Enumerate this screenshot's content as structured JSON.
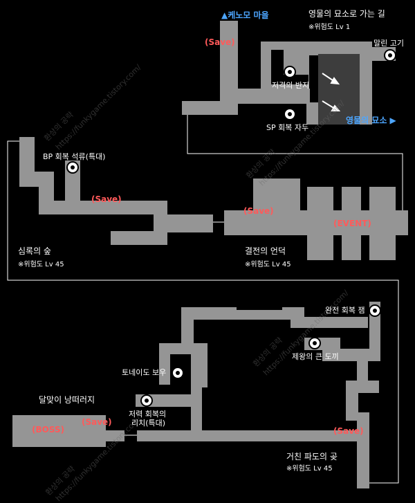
{
  "colors": {
    "path": "#959595",
    "dark_room": "#3d3d3d",
    "save": "#ff5a5a",
    "exit": "#4da6ff",
    "line": "#ffffff"
  },
  "top": {
    "exit_north": "▲케노모 마을",
    "area_title": "영물의 묘소로 가는 길",
    "area_danger": "※위험도 Lv 1",
    "save": "(Save)",
    "item_meat": "말린 고기",
    "item_ring": "저격의 반지",
    "item_sp": "SP 회복 자두",
    "exit_east": "영물의 묘소 ▶"
  },
  "middle": {
    "item_bp": "BP 회복 석류(특대)",
    "save_left": "(Save)",
    "save_right": "(Save)",
    "event": "(EVENT)",
    "area_forest": "심록의 숲",
    "area_forest_danger": "※위험도 Lv 45",
    "area_hill": "결전의 언덕",
    "area_hill_danger": "※위험도 Lv 45"
  },
  "bottom": {
    "item_full": "완전 회복 잼",
    "item_axe": "제왕의 큰 도끼",
    "item_tornado": "토네이도 보우",
    "item_lychee_1": "저력 회복의",
    "item_lychee_2": "리치(특대)",
    "area_moon": "달맞이 낭떠러지",
    "boss": "(BOSS)",
    "save_boss": "(Save)",
    "save_right": "(Save)",
    "area_wave": "거친 파도의 곶",
    "area_wave_danger": "※위험도 Lv 45"
  },
  "watermark": {
    "text_1": "환상의 공략",
    "text_2": "https://funkygame.tistory.com/"
  }
}
